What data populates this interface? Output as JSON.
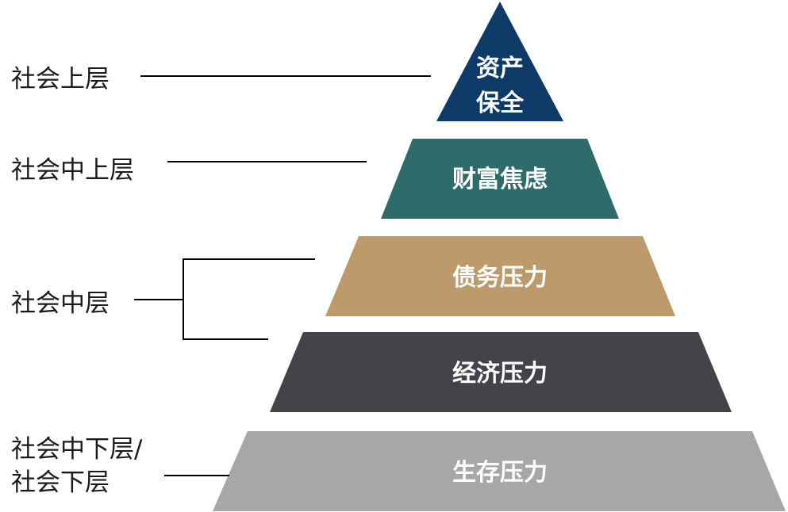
{
  "pyramid": {
    "tiers": [
      {
        "label_line1": "资产",
        "label_line2": "保全",
        "color": "#0d3a66"
      },
      {
        "label": "财富焦虑",
        "color": "#2e6b6b"
      },
      {
        "label": "债务压力",
        "color": "#bc9a6c"
      },
      {
        "label": "经济压力",
        "color": "#434449"
      },
      {
        "label": "生存压力",
        "color": "#a7a7a7"
      }
    ]
  },
  "social_classes": {
    "upper": "社会上层",
    "upper_middle": "社会中上层",
    "middle": "社会中层",
    "lower_middle_line1": "社会中下层/",
    "lower_middle_line2": "社会下层"
  }
}
